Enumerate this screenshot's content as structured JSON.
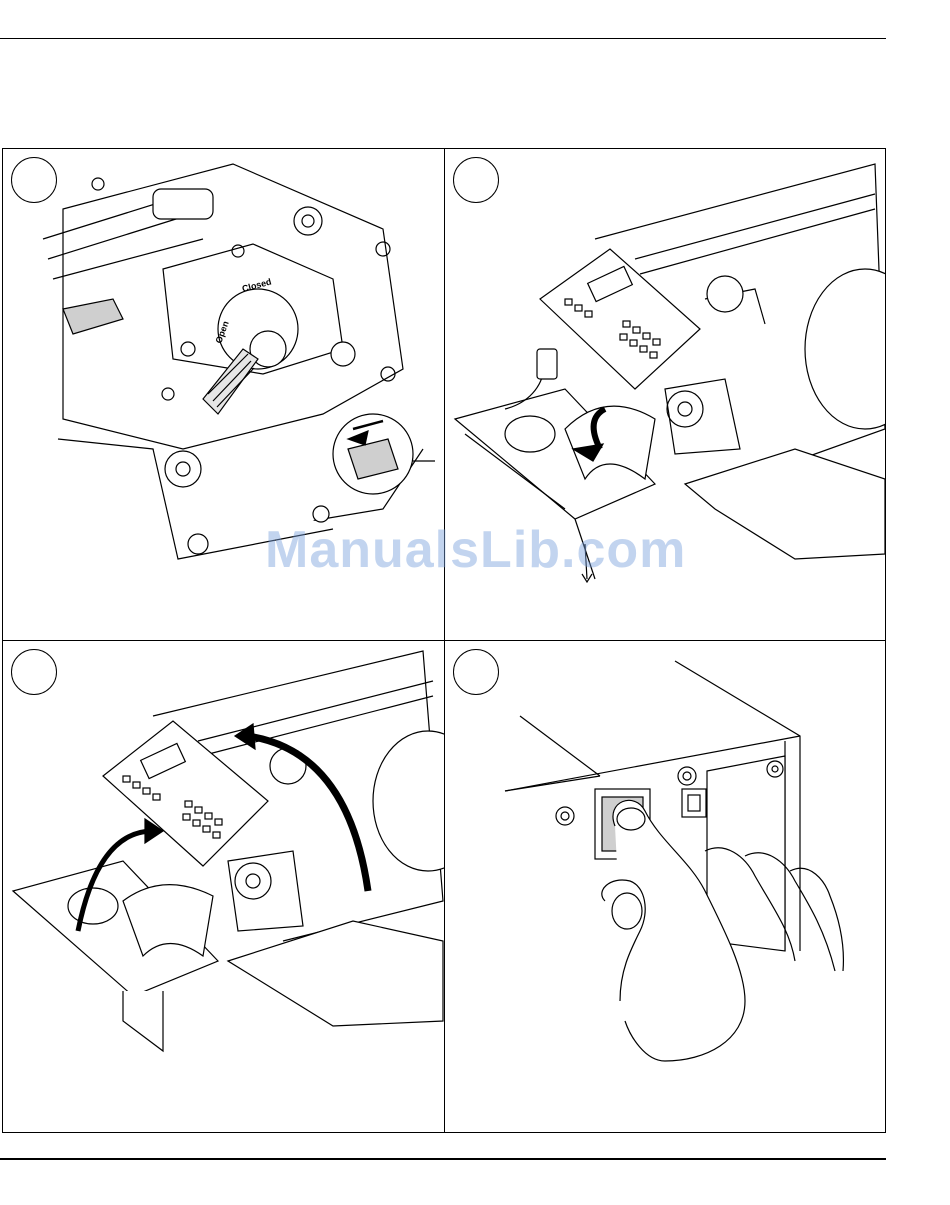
{
  "watermark": {
    "text": "ManualsLib.com"
  },
  "panel_1": {
    "dial_closed_label": "Closed",
    "dial_open_label": "Open"
  },
  "colors": {
    "line": "#000000",
    "fill": "#ffffff",
    "shade": "#cfcfcf",
    "watermark": "#78a0dc"
  }
}
